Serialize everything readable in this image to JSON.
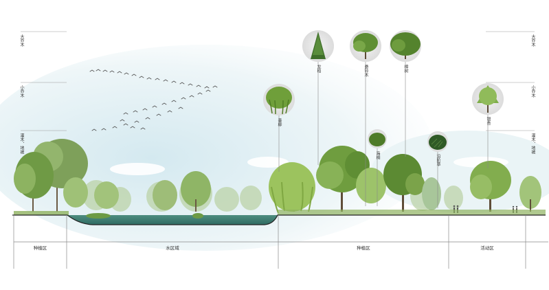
{
  "height_scale": {
    "left": [
      "大乔木",
      "小乔木",
      "灌木、地被"
    ],
    "right": [
      "大乔木",
      "小乔木",
      "灌木、地被"
    ]
  },
  "species": [
    {
      "id": "longbai",
      "label": "龙柏",
      "kind": "cypress"
    },
    {
      "id": "chuisu",
      "label": "垂柳",
      "kind": "willow"
    },
    {
      "id": "xuesong",
      "label": "悬铃木",
      "kind": "broadleaf"
    },
    {
      "id": "zhangshu",
      "label": "樟树",
      "kind": "broadleaf-wide"
    },
    {
      "id": "yinxing",
      "label": "银杏",
      "kind": "ginkgo"
    },
    {
      "id": "haitong",
      "label": "海桐",
      "kind": "shrub"
    },
    {
      "id": "yanjiecao",
      "label": "沿阶草",
      "kind": "grass"
    }
  ],
  "zones": [
    "种植区",
    "水区域",
    "种植区",
    "活动区"
  ],
  "colors": {
    "water": "#3f8177",
    "tree_dark": "#4f7d2e",
    "tree_light": "#9cc46a",
    "sky": "#dcecf2",
    "line": "#7a7a7a"
  }
}
